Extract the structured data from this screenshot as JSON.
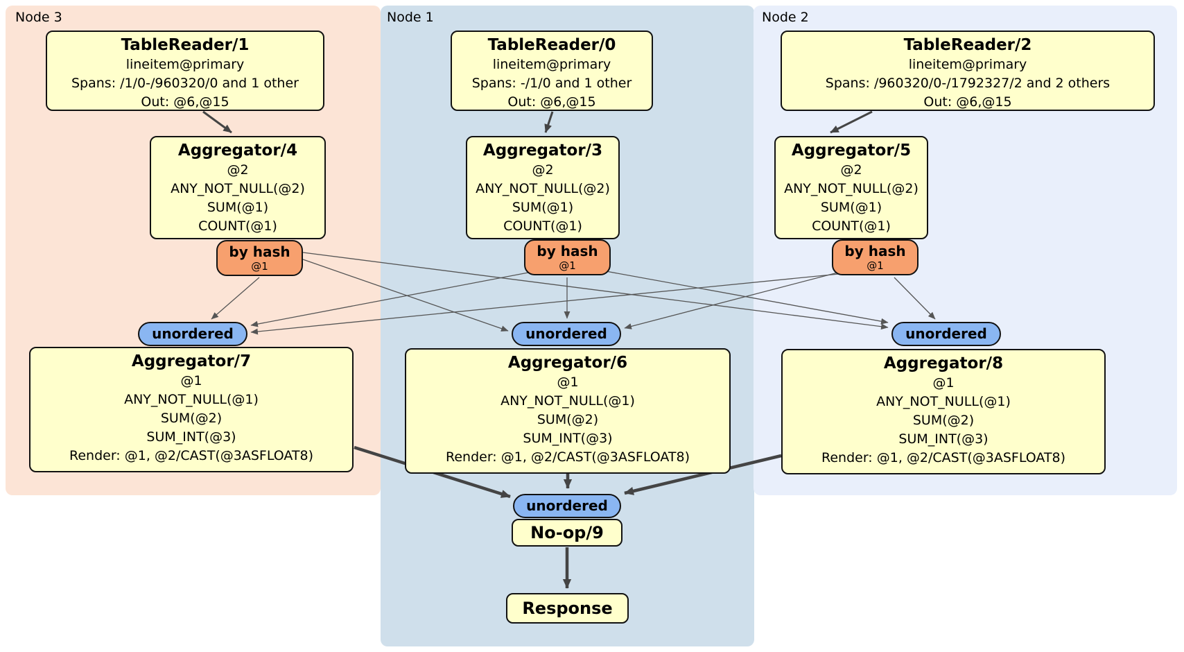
{
  "nodes": {
    "node3": {
      "label": "Node 3"
    },
    "node1": {
      "label": "Node 1"
    },
    "node2": {
      "label": "Node 2"
    }
  },
  "processors": {
    "tablereader1": {
      "title": "TableReader/1",
      "lines": [
        "lineitem@primary",
        "Spans: /1/0-/960320/0 and 1 other",
        "Out: @6,@15"
      ]
    },
    "tablereader0": {
      "title": "TableReader/0",
      "lines": [
        "lineitem@primary",
        "Spans: -/1/0 and 1 other",
        "Out: @6,@15"
      ]
    },
    "tablereader2": {
      "title": "TableReader/2",
      "lines": [
        "lineitem@primary",
        "Spans: /960320/0-/1792327/2 and 2 others",
        "Out: @6,@15"
      ]
    },
    "aggregator4": {
      "title": "Aggregator/4",
      "lines": [
        "@2",
        "ANY_NOT_NULL(@2)",
        "SUM(@1)",
        "COUNT(@1)"
      ]
    },
    "aggregator3": {
      "title": "Aggregator/3",
      "lines": [
        "@2",
        "ANY_NOT_NULL(@2)",
        "SUM(@1)",
        "COUNT(@1)"
      ]
    },
    "aggregator5": {
      "title": "Aggregator/5",
      "lines": [
        "@2",
        "ANY_NOT_NULL(@2)",
        "SUM(@1)",
        "COUNT(@1)"
      ]
    },
    "aggregator7": {
      "title": "Aggregator/7",
      "lines": [
        "@1",
        "ANY_NOT_NULL(@1)",
        "SUM(@2)",
        "SUM_INT(@3)",
        "Render: @1, @2/CAST(@3ASFLOAT8)"
      ]
    },
    "aggregator6": {
      "title": "Aggregator/6",
      "lines": [
        "@1",
        "ANY_NOT_NULL(@1)",
        "SUM(@2)",
        "SUM_INT(@3)",
        "Render: @1, @2/CAST(@3ASFLOAT8)"
      ]
    },
    "aggregator8": {
      "title": "Aggregator/8",
      "lines": [
        "@1",
        "ANY_NOT_NULL(@1)",
        "SUM(@2)",
        "SUM_INT(@3)",
        "Render: @1, @2/CAST(@3ASFLOAT8)"
      ]
    },
    "noop9": {
      "title": "No-op/9"
    },
    "response": {
      "title": "Response"
    }
  },
  "router": {
    "label": "by hash",
    "detail": "@1"
  },
  "sync": {
    "label": "unordered"
  },
  "colors": {
    "node3_bg": "#fce4d6",
    "node1_bg": "#cfdfeb",
    "node2_bg": "#e9effb",
    "processor_fill": "#ffffcc",
    "router_fill": "#f7a06e",
    "sync_fill": "#8ab6f2",
    "edge_thin": "#555555",
    "edge_thick": "#444444"
  }
}
